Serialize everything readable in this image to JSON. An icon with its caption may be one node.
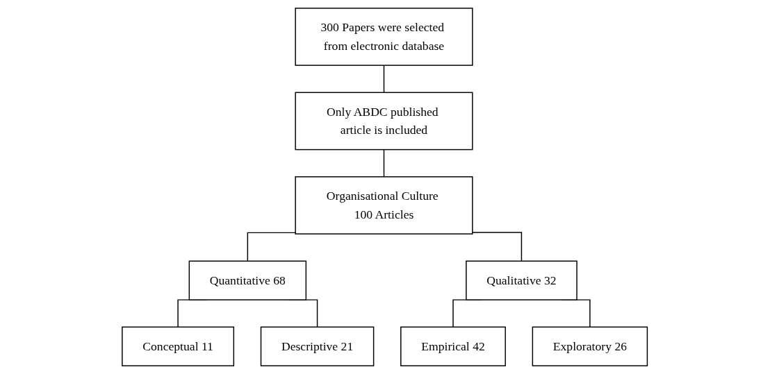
{
  "diagram": {
    "nodes": [
      {
        "text": [
          "300 Papers were selected from electronic database"
        ]
      },
      {
        "text": [
          "Only ABDC published article is included"
        ]
      },
      {
        "text": [
          "Organisational Culture 100 Articles"
        ]
      },
      {
        "text": [
          "Quantitative 68"
        ]
      },
      {
        "text": [
          "Qualitative 32"
        ]
      },
      {
        "text": [
          "Conceptual 11"
        ]
      },
      {
        "text": [
          "Descriptive 21"
        ]
      },
      {
        "text": [
          "Empirical 42"
        ]
      },
      {
        "text": [
          "Exploratory 26"
        ]
      }
    ],
    "edges": [
      {
        "from": 0,
        "to": 1,
        "arrow": "none"
      },
      {
        "from": 1,
        "to": 2,
        "arrow": "none"
      },
      {
        "from": 2,
        "to": 3,
        "arrow": "none"
      },
      {
        "from": 2,
        "to": 4,
        "arrow": "none"
      },
      {
        "from": 3,
        "to": 5,
        "arrow": "none"
      },
      {
        "from": 3,
        "to": 6,
        "arrow": "none"
      },
      {
        "from": 4,
        "to": 7,
        "arrow": "none"
      },
      {
        "from": 4,
        "to": 8,
        "arrow": "none"
      }
    ]
  }
}
